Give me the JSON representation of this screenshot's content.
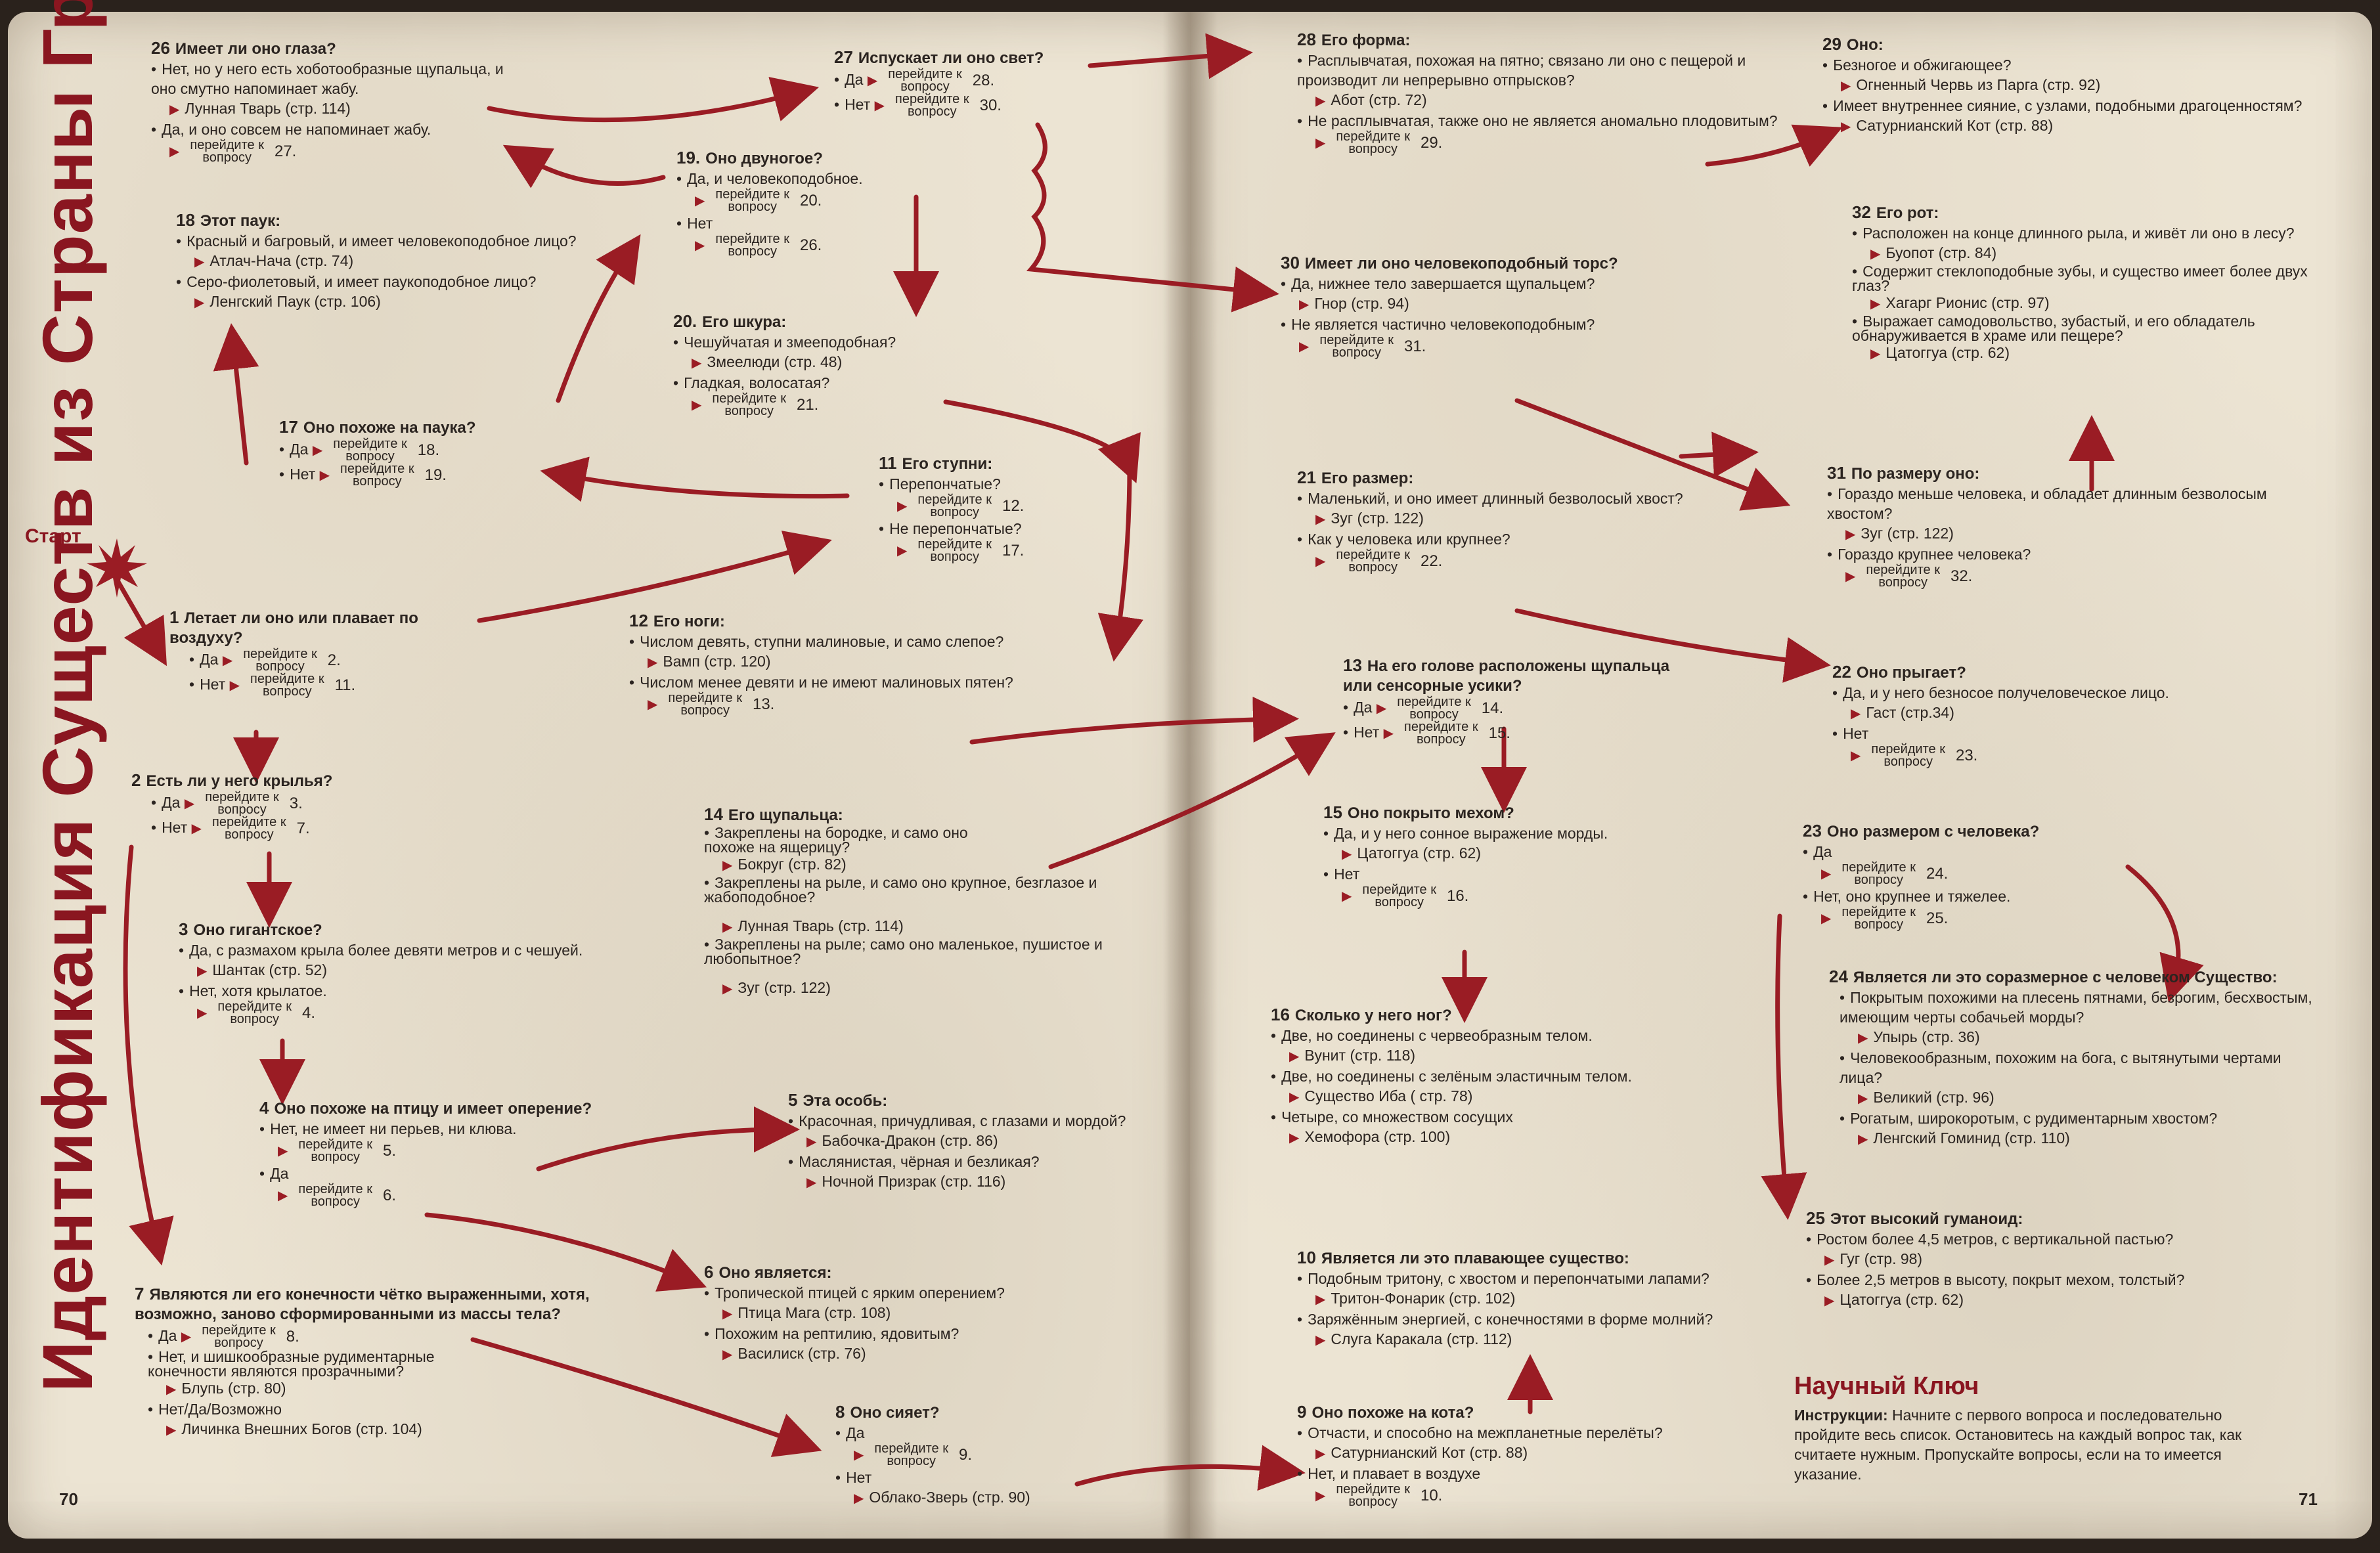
{
  "title": "Идентификация Существ из Страны Грёз",
  "start_label": "Старт",
  "page_left": "70",
  "page_right": "71",
  "goto_line1": "перейдите к",
  "goto_line2": "вопросу",
  "key": {
    "title": "Научный Ключ",
    "label": "Инструкции:",
    "text": " Начните с первого вопроса и последовательно пройдите весь список. Остановитесь на каждый вопрос так, как считаете нужным. Пропускайте вопросы, если на то имеется указание."
  },
  "questions": {
    "q26": {
      "num": "26",
      "title": "Имеет ли оно глаза?",
      "o1": "Нет, но у него есть хоботообразные щупальца, и оно смутно напоминает жабу.",
      "r1": "Лунная Тварь (стр. 114)",
      "o2": "Да, и оно совсем не напоминает жабу.",
      "g2": "27."
    },
    "q27": {
      "num": "27",
      "title": "Испускает ли оно свет?",
      "o1": "Да",
      "g1": "28.",
      "o2": "Нет",
      "g2": "30."
    },
    "q28": {
      "num": "28",
      "title": "Его форма:",
      "o1": "Расплывчатая, похожая на пятно; связано ли оно с пещерой и производит ли непрерывно отпрысков?",
      "r1": "Абот (стр. 72)",
      "o2": "Не расплывчатая, также оно не является аномально плодовитым?",
      "g2": "29."
    },
    "q29": {
      "num": "29",
      "title": "Оно:",
      "o1": "Безногое и обжигающее?",
      "r1": "Огненный Червь из Парга (стр. 92)",
      "o2": "Имеет внутреннее сияние, с узлами, подобными драгоценностям?",
      "r2": "Сатурнианский Кот (стр. 88)"
    },
    "q18": {
      "num": "18",
      "title": "Этот паук:",
      "o1": "Красный и багровый, и имеет человекоподобное лицо?",
      "r1": "Атлач-Нача (стр. 74)",
      "o2": "Серо-фиолетовый, и имеет паукоподобное лицо?",
      "r2": "Ленгский Паук (стр. 106)"
    },
    "q19": {
      "num": "19.",
      "title": "Оно двуногое?",
      "o1": "Да, и человекоподобное.",
      "g1": "20.",
      "o2": "Нет",
      "g2": "26."
    },
    "q32": {
      "num": "32",
      "title": "Его рот:",
      "o1": "Расположен на конце длинного рыла, и живёт ли оно в лесу?",
      "r1": "Буопот (стр. 84)",
      "o2": "Содержит стеклоподобные зубы, и существо имеет более двух глаз?",
      "r2": "Хагарг Рионис (стр. 97)",
      "o3": "Выражает самодовольство, зубастый, и его обладатель обнаруживается в храме или пещере?",
      "r3": "Цатоггуа (стр. 62)"
    },
    "q30": {
      "num": "30",
      "title": "Имеет ли оно человекоподобный торс?",
      "o1": "Да, нижнее тело завершается щупальцем?",
      "r1": "Гнор (стр. 94)",
      "o2": "Не является частично человекоподобным?",
      "g2": "31."
    },
    "q20": {
      "num": "20.",
      "title": "Его шкура:",
      "o1": "Чешуйчатая и змееподобная?",
      "r1": "Змеелюди (стр. 48)",
      "o2": "Гладкая, волосатая?",
      "g2": "21."
    },
    "q17": {
      "num": "17",
      "title": "Оно похоже на паука?",
      "o1": "Да",
      "g1": "18.",
      "o2": "Нет",
      "g2": "19."
    },
    "q11": {
      "num": "11",
      "title": "Его ступни:",
      "o1": "Перепончатые?",
      "g1": "12.",
      "o2": "Не перепончатые?",
      "g2": "17."
    },
    "q21": {
      "num": "21",
      "title": "Его размер:",
      "o1": "Маленький, и оно имеет длинный безволосый хвост?",
      "r1": "Зуг (стр. 122)",
      "o2": "Как у человека или крупнее?",
      "g2": "22."
    },
    "q31": {
      "num": "31",
      "title": "По размеру оно:",
      "o1": "Гораздо меньше человека, и обладает длинным безволосым хвостом?",
      "r1": "Зуг (стр. 122)",
      "o2": "Гораздо крупнее человека?",
      "g2": "32."
    },
    "q1": {
      "num": "1",
      "title": "Летает ли оно или плавает по воздуху?",
      "o1": "Да",
      "g1": "2.",
      "o2": "Нет",
      "g2": "11."
    },
    "q12": {
      "num": "12",
      "title": "Его ноги:",
      "o1": "Числом девять, ступни малиновые, и само слепое?",
      "r1": "Вамп (стр. 120)",
      "o2": "Числом менее девяти и не имеют малиновых пятен?",
      "g2": "13."
    },
    "q13": {
      "num": "13",
      "title": "На его голове расположены щупальца или сенсорные усики?",
      "o1": "Да",
      "g1": "14.",
      "o2": "Нет",
      "g2": "15."
    },
    "q22": {
      "num": "22",
      "title": "Оно прыгает?",
      "o1": "Да, и у него безносое получеловеческое лицо.",
      "r1": "Гаст (стр.34)",
      "o2": "Нет",
      "g2": "23."
    },
    "q2": {
      "num": "2",
      "title": "Есть ли у него крылья?",
      "o1": "Да",
      "g1": "3.",
      "o2": "Нет",
      "g2": "7."
    },
    "q14": {
      "num": "14",
      "title": "Его щупальца:",
      "o1": "Закреплены на бородке, и само оно похоже на ящерицу?",
      "r1": "Бокруг (стр. 82)",
      "o2": "Закреплены на рыле, и само оно крупное, безглазое и жабоподобное?",
      "r2": "Лунная Тварь (стр. 114)",
      "o3": "Закреплены на рыле; само оно маленькое, пушистое и любопытное?",
      "r3": "Зуг (стр. 122)"
    },
    "q15": {
      "num": "15",
      "title": "Оно покрыто мехом?",
      "o1": "Да, и у него сонное выражение морды.",
      "r1": "Цатоггуа (стр. 62)",
      "o2": "Нет",
      "g2": "16."
    },
    "q23": {
      "num": "23",
      "title": "Оно размером с человека?",
      "o1": "Да",
      "g1": "24.",
      "o2": "Нет, оно крупнее и тяжелее.",
      "g2": "25."
    },
    "q3": {
      "num": "3",
      "title": "Оно гигантское?",
      "o1": "Да, с размахом крыла более девяти метров и с чешуей.",
      "r1": "Шантак (стр. 52)",
      "o2": "Нет, хотя крылатое.",
      "g2": "4."
    },
    "q24": {
      "num": "24",
      "title": "Является ли это соразмерное с человеком Существо:",
      "o1": "Покрытым похожими на плесень пятнами, безрогим, бесхвостым, имеющим черты собачьей морды?",
      "r1": "Упырь (стр. 36)",
      "o2": "Человекообразным, похожим на бога, с вытянутыми чертами лица?",
      "r2": "Великий (стр. 96)",
      "o3": "Рогатым, широкоротым, с рудиментарным хвостом?",
      "r3": "Ленгский Гоминид (стр. 110)"
    },
    "q16": {
      "num": "16",
      "title": "Сколько у него ног?",
      "o1": "Две, но соединены с червеобразным телом.",
      "r1": "Вунит (стр. 118)",
      "o2": "Две, но соединены с зелёным эластичным телом.",
      "r2": "Существо Иба ( стр. 78)",
      "o3": "Четыре, со множеством сосущих",
      "r3": "Хемофора (стр. 100)"
    },
    "q4": {
      "num": "4",
      "title": "Оно похоже на птицу и имеет оперение?",
      "o1": "Нет, не имеет ни перьев, ни клюва.",
      "g1": "5.",
      "o2": "Да",
      "g2": "6."
    },
    "q5": {
      "num": "5",
      "title": "Эта особь:",
      "o1": "Красочная, причудливая, с глазами и мордой?",
      "r1": "Бабочка-Дракон (стр. 86)",
      "o2": "Маслянистая, чёрная и безликая?",
      "r2": "Ночной Призрак (стр. 116)"
    },
    "q25": {
      "num": "25",
      "title": "Этот высокий гуманоид:",
      "o1": "Ростом более 4,5 метров, с вертикальной пастью?",
      "r1": "Гуг (стр. 98)",
      "o2": "Более 2,5 метров в высоту, покрыт мехом, толстый?",
      "r2": "Цатоггуа (стр. 62)"
    },
    "q10": {
      "num": "10",
      "title": "Является ли это плавающее существо:",
      "o1": "Подобным тритону, с хвостом и перепончатыми лапами?",
      "r1": "Тритон-Фонарик (стр. 102)",
      "o2": "Заряжённым энергией, с конечностями в форме молний?",
      "r2": "Слуга Каракала (стр. 112)"
    },
    "q6": {
      "num": "6",
      "title": "Оно является:",
      "o1": "Тропической птицей с ярким оперением?",
      "r1": "Птица Мага (стр. 108)",
      "o2": "Похожим на рептилию, ядовитым?",
      "r2": "Василиск (стр. 76)"
    },
    "q7": {
      "num": "7",
      "title": "Являются ли его конечности чётко выраженными, хотя, возможно, заново сформированными из массы тела?",
      "o1": "Да",
      "g1": "8.",
      "o2": "Нет, и шишкообразные рудиментарные конечности являются прозрачными?",
      "r2": "Блупь (стр. 80)",
      "o3": "Нет/Да/Возможно",
      "r3": "Личинка Внешних Богов (стр. 104)"
    },
    "q9": {
      "num": "9",
      "title": "Оно похоже на кота?",
      "o1": "Отчасти, и способно на межпланетные перелёты?",
      "r1": "Сатурнианский Кот (стр. 88)",
      "o2": "Нет, и плавает в воздухе",
      "g2": "10."
    },
    "q8": {
      "num": "8",
      "title": "Оно сияет?",
      "o1": "Да",
      "g1": "9.",
      "o2": "Нет",
      "r2": "Облако-Зверь (стр. 90)"
    }
  },
  "colors": {
    "accent": "#8a1620",
    "paper": "#ece4d3",
    "text": "#2b2420"
  }
}
